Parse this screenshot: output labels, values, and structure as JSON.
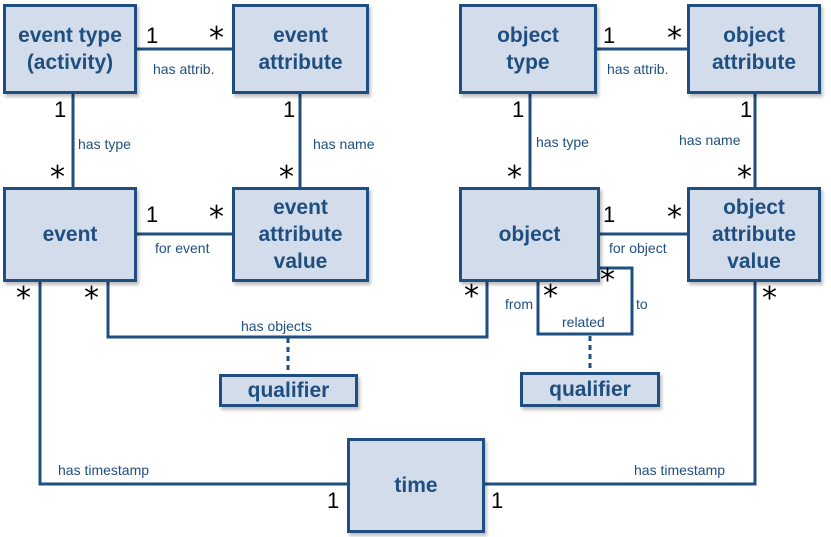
{
  "entities": {
    "event_type": "event type\n(activity)",
    "event_attribute": "event\nattribute",
    "event": "event",
    "event_attribute_value": "event\nattribute\nvalue",
    "object_type": "object\ntype",
    "object_attribute": "object\nattribute",
    "object": "object",
    "object_attribute_value": "object\nattribute\nvalue",
    "time": "time"
  },
  "qualifiers": {
    "event_object": "qualifier",
    "object_object": "qualifier"
  },
  "relationships": {
    "et_ea": "has attrib.",
    "ot_oa": "has attrib.",
    "et_e": "has type",
    "ea_eav": "has name",
    "ot_o": "has type",
    "oa_oav": "has name",
    "e_eav": "for event",
    "o_oav": "for object",
    "e_o": "has objects",
    "o_o_from": "from",
    "o_o_related": "related",
    "o_o_to": "to",
    "e_time": "has timestamp",
    "oav_time": "has timestamp"
  },
  "multiplicities": {
    "one": "1",
    "many": "*"
  },
  "colors": {
    "box_fill": "#d3dcea",
    "box_border": "#1f4f80",
    "line": "#1f4f80",
    "label_text": "#1f4f80",
    "multiplicity_text": "#000000"
  }
}
